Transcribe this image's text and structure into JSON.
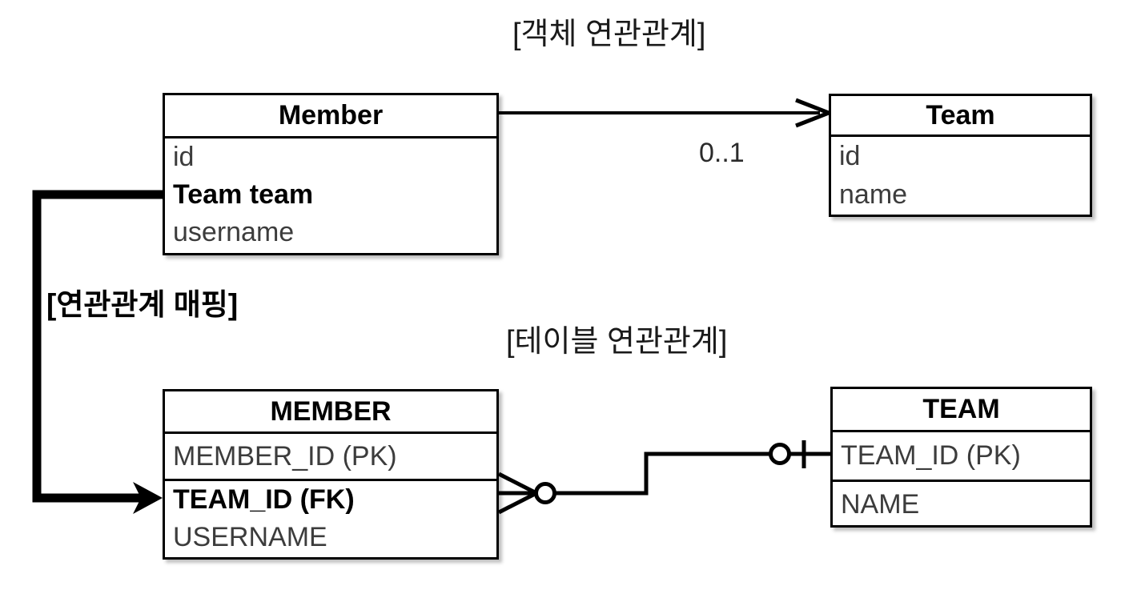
{
  "diagram": {
    "type": "uml-er-mapping-diagram",
    "background_color": "#ffffff",
    "line_color": "#000000",
    "captions": {
      "object_model": "[객체 연관관계]",
      "table_model": "[테이블 연관관계]",
      "mapping": "[연관관계 매핑]"
    }
  },
  "object_model": {
    "member": {
      "title": "Member",
      "fields": [
        {
          "label": "id",
          "bold": false
        },
        {
          "label": "Team team",
          "bold": true
        },
        {
          "label": "username",
          "bold": false
        }
      ]
    },
    "team": {
      "title": "Team",
      "fields": [
        {
          "label": "id",
          "bold": false
        },
        {
          "label": "name",
          "bold": false
        }
      ]
    },
    "association": {
      "from": "Member",
      "to": "Team",
      "multiplicity": "0..1",
      "arrow": "open-arrowhead"
    }
  },
  "table_model": {
    "member_table": {
      "title": "MEMBER",
      "columns": [
        {
          "label": "MEMBER_ID (PK)",
          "bold": false,
          "separator_above": false
        },
        {
          "label": "TEAM_ID (FK)",
          "bold": true,
          "separator_above": true
        },
        {
          "label": "USERNAME",
          "bold": false,
          "separator_above": false
        }
      ]
    },
    "team_table": {
      "title": "TEAM",
      "columns": [
        {
          "label": "TEAM_ID (PK)",
          "bold": false,
          "separator_above": false
        },
        {
          "label": "NAME",
          "bold": false,
          "separator_above": true
        }
      ]
    },
    "relationship": {
      "member_end": "zero-or-many (crow's foot with circle)",
      "team_end": "zero-or-one (circle with tick)"
    }
  },
  "mapping_arrow": {
    "from": "Member.Team team",
    "to": "MEMBER.TEAM_ID (FK)",
    "style": "thick-solid-filled-arrowhead"
  }
}
